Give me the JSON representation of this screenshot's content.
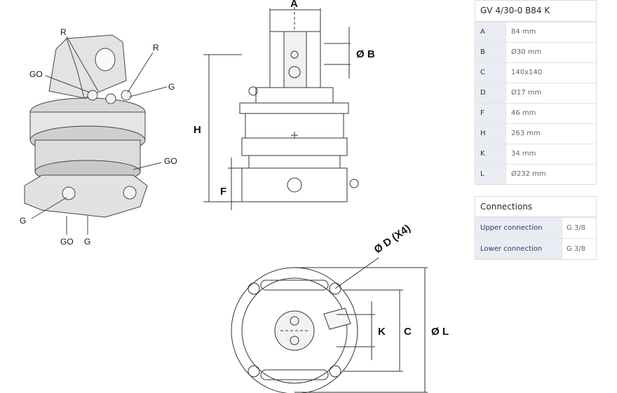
{
  "spec": {
    "title": "GV 4/30-0 B84 K",
    "rows": [
      {
        "key": "A",
        "value": "84 mm"
      },
      {
        "key": "B",
        "value": "Ø30 mm"
      },
      {
        "key": "C",
        "value": "140x140"
      },
      {
        "key": "D",
        "value": "Ø17 mm"
      },
      {
        "key": "F",
        "value": "46 mm"
      },
      {
        "key": "H",
        "value": "263 mm"
      },
      {
        "key": "K",
        "value": "34 mm"
      },
      {
        "key": "L",
        "value": "Ø232 mm"
      }
    ]
  },
  "connections": {
    "title": "Connections",
    "rows": [
      {
        "key": "Upper connection",
        "value": "G 3/8"
      },
      {
        "key": "Lower connection",
        "value": "G 3/8"
      }
    ]
  },
  "drawing": {
    "iso_labels": {
      "r1": "R",
      "r2": "R",
      "go_top": "GO",
      "g_right": "G",
      "go_right": "GO",
      "g_left": "G",
      "go_bottom": "GO",
      "g_bottom": "G"
    },
    "dims": {
      "a": "A",
      "b": "Ø B",
      "h": "H",
      "f": "F",
      "d": "Ø D (X4)",
      "k": "K",
      "c": "C",
      "l": "Ø L"
    }
  }
}
